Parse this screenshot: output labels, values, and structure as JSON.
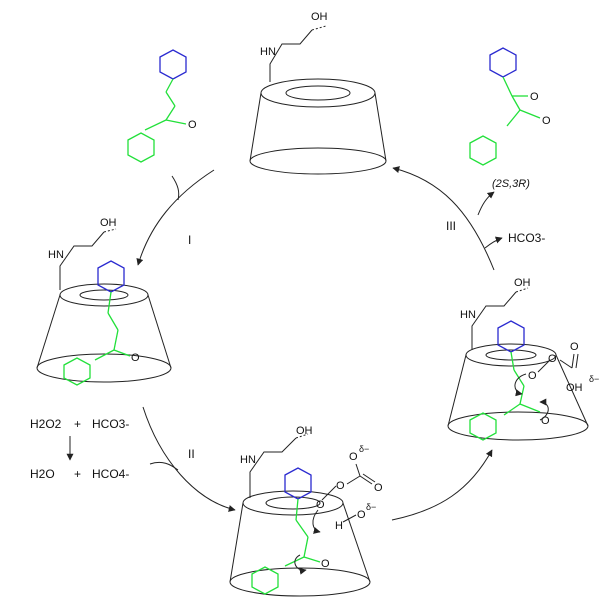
{
  "labels": {
    "oh": "OH",
    "hn": "HN",
    "o": "O",
    "h": "H",
    "delta_minus": "δ−",
    "step1": "I",
    "step2": "II",
    "step3": "III",
    "product_config": "(2S,3R)",
    "bicarbonate": "HCO3-",
    "eq_h2o2": "H2O2",
    "eq_plus": "+",
    "eq_hco3": "HCO3-",
    "eq_h2o": "H2O",
    "eq_hco4": "HCO4-"
  },
  "colors": {
    "host": "#222222",
    "aryl": "#2a2ad0",
    "chalcone": "#22e03a",
    "text": "#111111"
  }
}
